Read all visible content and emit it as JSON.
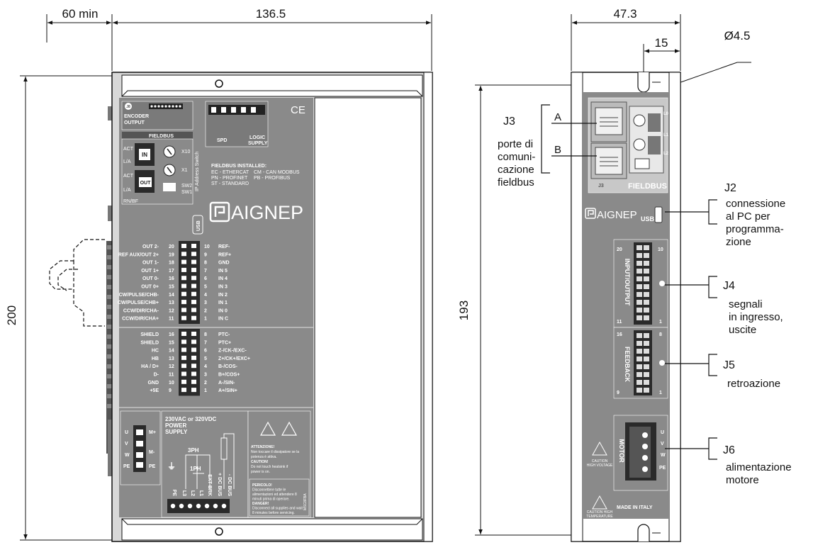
{
  "dimensions": {
    "front_clearance": "60 min",
    "front_width": "136.5",
    "front_height": "200",
    "side_width": "47.3",
    "side_hole_offset": "15",
    "side_hole_dia": "Ø4.5",
    "side_height": "193"
  },
  "callouts": {
    "j3": {
      "id": "J3",
      "lines": [
        "porte di",
        "comuni-",
        "cazione",
        "fieldbus"
      ],
      "a": "A",
      "b": "B"
    },
    "j2": {
      "id": "J2",
      "lines": [
        "connessione",
        "al PC per",
        "programma-",
        "zione"
      ]
    },
    "j4": {
      "id": "J4",
      "lines": [
        "segnali",
        "in ingresso,",
        "uscite"
      ]
    },
    "j5": {
      "id": "J5",
      "lines": [
        "retroazione"
      ]
    },
    "j6": {
      "id": "J6",
      "lines": [
        "alimentazione",
        "motore"
      ]
    }
  },
  "front": {
    "j8_title": "J8",
    "encoder": "ENCODER",
    "output": "OUTPUT",
    "fieldbus": "FIELDBUS",
    "act": "ACT",
    "lk": "L/A",
    "in": "IN",
    "out": "OUT",
    "x10": "X10",
    "x1": "X1",
    "sw1": "SW1",
    "sw2": "SW2",
    "rnbf": "RN/BF",
    "ip_switch": "IP Address Switch",
    "spd": "SPD",
    "logic": "LOGIC",
    "supply": "SUPPLY",
    "ce": "CE",
    "fb_installed": "FIELDBUS INSTALLED:",
    "fb_list": [
      "EC - ETHERCAT",
      "CM - CAN MODBUS",
      "PN - PROFINET",
      "PB - PROFIBUS",
      "ST - STANDARD"
    ],
    "brand": "AIGNEP",
    "usb": "USB",
    "io_left": [
      "OUT 2-",
      "REF AUX/OUT 2+",
      "OUT 1-",
      "OUT 1+",
      "OUT 0-",
      "OUT 0+",
      "CW/PULSE/CHB-",
      "CW/PULSE/CHB+",
      "CCW/DIR/CHA-",
      "CCW/DIR/CHA+"
    ],
    "io_left_pins": [
      "20",
      "19",
      "18",
      "17",
      "16",
      "15",
      "14",
      "13",
      "12",
      "11"
    ],
    "io_right_pins": [
      "10",
      "9",
      "8",
      "7",
      "6",
      "5",
      "4",
      "3",
      "2",
      "1"
    ],
    "io_right": [
      "REF-",
      "REF+",
      "GND",
      "IN 5",
      "IN 4",
      "IN 3",
      "IN 2",
      "IN 1",
      "IN 0",
      "IN C"
    ],
    "fb_left": [
      "SHIELD",
      "SHIELD",
      "HC",
      "HB",
      "HA / D+",
      "D-",
      "GND",
      "+5E"
    ],
    "fb_left_pins": [
      "16",
      "15",
      "14",
      "13",
      "12",
      "11",
      "10",
      "9"
    ],
    "fb_right_pins": [
      "8",
      "7",
      "6",
      "5",
      "4",
      "3",
      "2",
      "1"
    ],
    "fb_right": [
      "PTC-",
      "PTC+",
      "Z-/CK-/EXC-",
      "Z+/CK+/EXC+",
      "B-/COS-",
      "B+/COS+",
      "A-/SIN-",
      "A+/SIN+"
    ],
    "motor_pins": [
      "U",
      "V",
      "W",
      "PE"
    ],
    "motor_m": [
      "M+",
      "M-",
      "PE"
    ],
    "power_title": "230VAC or 320VDC",
    "power_sub1": "POWER",
    "power_sub2": "SUPPLY",
    "ph3": "3PH",
    "ph1": "1PH",
    "term_labels": [
      "PE",
      "L3",
      "L2",
      "L1",
      "EXT BRK",
      "+ DC BUS",
      "- DC BUS"
    ],
    "warn1": [
      "ATTENZIONE!",
      "Non toccare il dissipatore se la",
      "potenza è attiva.",
      "CAUTION!",
      "Do not touch heatsink if",
      "power is on."
    ],
    "warn2": [
      "PERICOLO!",
      "Disconnettere tutte le",
      "alimentazioni ed attendere 8",
      "minuti prima di operare.",
      "DANGER!",
      "Disconnect all supplies and wait",
      "8 minutes before servicing."
    ],
    "model": "MSC8FBA"
  },
  "side": {
    "j3": "J3",
    "fieldbus": "FIELDBUS",
    "l0": "L0",
    "l1": "L1",
    "l2": "L2",
    "brand": "AIGNEP",
    "usb": "USB",
    "io_title": "INPUT/OUTPUT",
    "p20": "20",
    "p10": "10",
    "p11": "11",
    "p1a": "1",
    "fb_title": "FEEDBACK",
    "p16": "16",
    "p8": "8",
    "p9": "9",
    "p1b": "1",
    "motor": "MOTOR",
    "motor_pins": [
      "U",
      "V",
      "W",
      "PE"
    ],
    "caution_hv": [
      "CAUTION",
      "HIGH VOLTAGE"
    ],
    "caution_ht": [
      "CAUTION HIGH",
      "TEMPERATURE"
    ],
    "made": "MADE IN ITALY"
  }
}
